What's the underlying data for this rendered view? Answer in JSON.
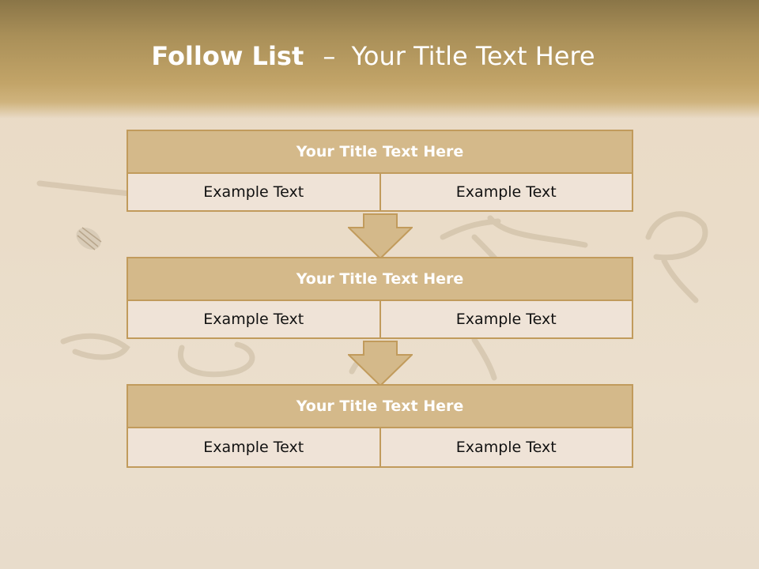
{
  "slide": {
    "title_bold": "Follow List",
    "title_separator": "–",
    "title_rest": "Your Title Text Here"
  },
  "blocks": [
    {
      "title": "Your Title Text Here",
      "left": "Example Text",
      "right": "Example Text"
    },
    {
      "title": "Your Title Text Here",
      "left": "Example Text",
      "right": "Example Text"
    },
    {
      "title": "Your Title Text Here",
      "left": "Example Text",
      "right": "Example Text"
    }
  ],
  "colors": {
    "header_band": "#a98f58",
    "block_border": "#c19b5c",
    "block_title_fill": "#d4b98a",
    "block_cell_fill": "#efe3d7",
    "arrow_fill": "#d4b98a"
  },
  "icons": [
    "down-arrow-icon",
    "seashell-icon"
  ]
}
